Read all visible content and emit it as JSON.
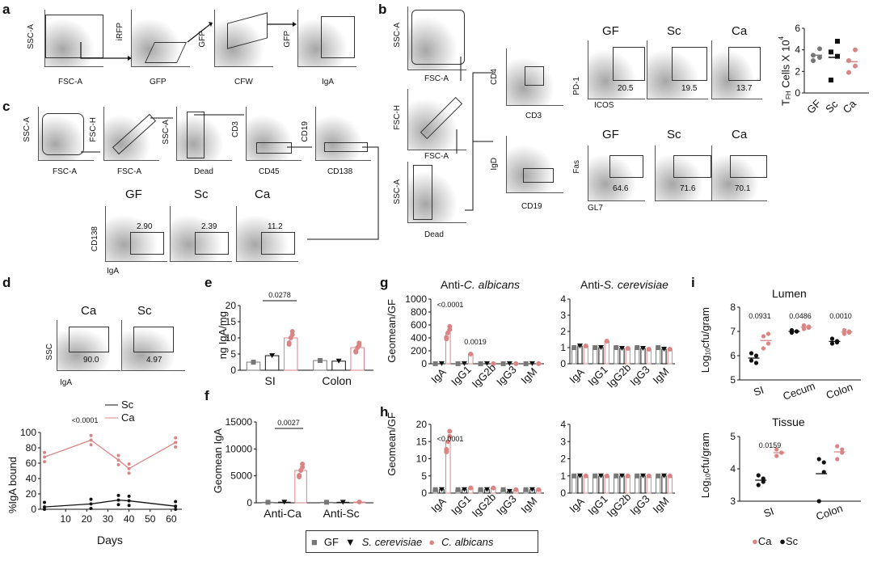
{
  "labels": {
    "a": "a",
    "b": "b",
    "c": "c",
    "d": "d",
    "e": "e",
    "f": "f",
    "g": "g",
    "h": "h",
    "i": "i"
  },
  "groups": {
    "gf": "GF",
    "sc": "Sc",
    "ca": "Ca"
  },
  "panel_a": {
    "axes": [
      [
        "SSC-A",
        "FSC-A"
      ],
      [
        "iRFP",
        "GFP"
      ],
      [
        "GFP",
        "CFW"
      ],
      [
        "GFP",
        "IgA"
      ]
    ]
  },
  "panel_b": {
    "left_axes": [
      [
        "SSC-A",
        "FSC-A"
      ],
      [
        "FSC-H",
        "FSC-A"
      ],
      [
        "SSC-A",
        "Dead"
      ]
    ],
    "tfh_axes": [
      "CD4",
      "CD3"
    ],
    "tfh_plot_axes": [
      "PD-1",
      "ICOS"
    ],
    "gc_axes": [
      "IgD",
      "CD19"
    ],
    "gc_plot_axes": [
      "Fas",
      "GL7"
    ],
    "tfh_values": [
      "20.5",
      "19.5",
      "13.7"
    ],
    "gc_values": [
      "64.6",
      "71.6",
      "70.1"
    ],
    "ylabel_main": "Cells X 10",
    "ylabel_sup": "4",
    "ylabel_prefix": "T",
    "ylabel_sub": "FH"
  },
  "panel_c": {
    "axes": [
      [
        "SSC-A",
        "FSC-A"
      ],
      [
        "FSC-H",
        "FSC-A"
      ],
      [
        "SSC-A",
        "Dead"
      ],
      [
        "CD3",
        "CD45"
      ],
      [
        "CD19",
        "CD138"
      ]
    ],
    "bottom_axes": [
      "CD138",
      "IgA"
    ],
    "values": [
      "2.90",
      "2.39",
      "11.2"
    ]
  },
  "panel_d": {
    "flow_axes": [
      "SSC",
      "IgA"
    ],
    "flow_values": [
      "90.0",
      "4.97"
    ],
    "pvalue": "<0.0001",
    "xlabel": "Days",
    "ylabel": "%IgA bound"
  },
  "panel_e": {
    "pvalue": "0.0278"
  },
  "panel_f": {
    "pvalue": "0.0027"
  },
  "panel_g": {
    "title1_pre": "Anti-",
    "title1_it": "C. albicans",
    "title2_pre": "Anti-",
    "title2_it": "S. cerevisiae",
    "ylabel": "Geomean/GF",
    "p1": "<0.0001",
    "p2": "0.0019"
  },
  "panel_h": {
    "ylabel": "Geomean/GF",
    "p1": "<0.0001"
  },
  "panel_i": {
    "title_top": "Lumen",
    "title_bottom": "Tissue",
    "ylabel": "Log",
    "ylabel_sub": "10",
    "ylabel_post": "cfu/gram",
    "p_top": [
      "0.0931",
      "0.0486",
      "0.0010"
    ],
    "p_bottom": "0.0159",
    "legend": [
      "Ca",
      "Sc"
    ]
  },
  "legend": {
    "gf": "GF",
    "sc": "S. cerevisiae",
    "ca": "C. albicans"
  },
  "colors": {
    "gf": "#777777",
    "sc": "#111111",
    "ca": "#d98585"
  },
  "chart_data": [
    {
      "id": "b-tfh",
      "type": "scatter",
      "categories": [
        "GF",
        "Sc",
        "Ca"
      ],
      "ylabel": "TFH Cells X 10^4",
      "ylim": [
        0,
        6
      ],
      "yticks": [
        0,
        2,
        4,
        6
      ],
      "series": [
        {
          "name": "GF",
          "values": [
            3.0,
            3.3,
            3.5,
            4.1
          ]
        },
        {
          "name": "Sc",
          "values": [
            1.2,
            3.4,
            3.8,
            4.8
          ]
        },
        {
          "name": "Ca",
          "values": [
            1.9,
            2.5,
            3.0,
            4.0
          ]
        }
      ],
      "means": [
        3.5,
        3.3,
        2.9
      ]
    },
    {
      "id": "d-line",
      "type": "line",
      "xlabel": "Days",
      "ylabel": "%IgA bound",
      "ylim": [
        0,
        100
      ],
      "yticks": [
        0,
        20,
        40,
        60,
        80,
        100
      ],
      "xticks": [
        10,
        20,
        30,
        40,
        50,
        60
      ],
      "series": [
        {
          "name": "Sc",
          "x": [
            0,
            22,
            35,
            40,
            62
          ],
          "values": [
            3,
            7,
            12,
            11,
            4
          ]
        },
        {
          "name": "Ca",
          "x": [
            0,
            22,
            35,
            40,
            62
          ],
          "values": [
            68,
            90,
            64,
            53,
            87
          ]
        }
      ],
      "pvalue": "<0.0001"
    },
    {
      "id": "e",
      "type": "bar",
      "ylabel": "ng IgA/mg",
      "ylim": [
        0,
        20
      ],
      "yticks": [
        0,
        5,
        10,
        15,
        20
      ],
      "categories": [
        "SI",
        "Colon"
      ],
      "series": [
        {
          "name": "GF",
          "values": [
            2.5,
            3.0
          ]
        },
        {
          "name": "Sc",
          "values": [
            4.5,
            2.8
          ]
        },
        {
          "name": "Ca",
          "values": [
            10.0,
            7.0
          ]
        }
      ]
    },
    {
      "id": "f",
      "type": "bar",
      "ylabel": "Geomean IgA",
      "ylim": [
        0,
        15000
      ],
      "yticks": [
        0,
        5000,
        10000,
        15000
      ],
      "categories": [
        "Anti-Ca",
        "Anti-Sc"
      ],
      "series": [
        {
          "name": "GF",
          "values": [
            100,
            100
          ]
        },
        {
          "name": "Sc",
          "values": [
            120,
            100
          ]
        },
        {
          "name": "Ca",
          "values": [
            6000,
            150
          ]
        }
      ]
    },
    {
      "id": "g1",
      "type": "bar",
      "title": "Anti-C. albicans",
      "ylabel": "Geomean/GF",
      "ylim": [
        0,
        1000
      ],
      "yticks": [
        0,
        200,
        400,
        600,
        800,
        1000
      ],
      "categories": [
        "IgA",
        "IgG1",
        "IgG2b",
        "IgG3",
        "IgM"
      ],
      "series": [
        {
          "name": "GF",
          "values": [
            1,
            1,
            1,
            1,
            1
          ]
        },
        {
          "name": "Sc",
          "values": [
            1,
            1,
            1,
            1,
            1
          ]
        },
        {
          "name": "Ca",
          "values": [
            480,
            150,
            2,
            1,
            2
          ]
        }
      ]
    },
    {
      "id": "g2",
      "type": "bar",
      "title": "Anti-S. cerevisiae",
      "ylim": [
        0,
        4
      ],
      "yticks": [
        0,
        1,
        2,
        3,
        4
      ],
      "categories": [
        "IgA",
        "IgG1",
        "IgG2b",
        "IgG3",
        "IgM"
      ],
      "series": [
        {
          "name": "GF",
          "values": [
            1,
            1,
            1,
            1,
            1
          ]
        },
        {
          "name": "Sc",
          "values": [
            1.1,
            1.0,
            0.95,
            0.95,
            0.9
          ]
        },
        {
          "name": "Ca",
          "values": [
            1.1,
            1.4,
            0.95,
            0.9,
            0.9
          ]
        }
      ]
    },
    {
      "id": "h1",
      "type": "bar",
      "ylabel": "Geomean/GF",
      "ylim": [
        0,
        20
      ],
      "yticks": [
        0,
        5,
        10,
        15,
        20
      ],
      "categories": [
        "IgA",
        "IgG1",
        "IgG2b",
        "IgG3",
        "IgM"
      ],
      "series": [
        {
          "name": "GF",
          "values": [
            1,
            1,
            1,
            1,
            1
          ]
        },
        {
          "name": "Sc",
          "values": [
            1,
            1,
            1,
            0.5,
            1
          ]
        },
        {
          "name": "Ca",
          "values": [
            15,
            1.5,
            1.5,
            1,
            1
          ]
        }
      ]
    },
    {
      "id": "h2",
      "type": "bar",
      "ylim": [
        0,
        4
      ],
      "yticks": [
        0,
        1,
        2,
        3,
        4
      ],
      "categories": [
        "IgA",
        "IgG1",
        "IgG2b",
        "IgG3",
        "IgM"
      ],
      "series": [
        {
          "name": "GF",
          "values": [
            1,
            1,
            1,
            1,
            1
          ]
        },
        {
          "name": "Sc",
          "values": [
            1,
            1,
            1,
            1,
            1
          ]
        },
        {
          "name": "Ca",
          "values": [
            1,
            1,
            1,
            1,
            1
          ]
        }
      ]
    },
    {
      "id": "i-lumen",
      "type": "scatter",
      "title": "Lumen",
      "ylabel": "Log10cfu/gram",
      "ylim": [
        5,
        8
      ],
      "yticks": [
        5,
        6,
        7,
        8
      ],
      "categories": [
        "SI",
        "Cecum",
        "Colon"
      ],
      "series": [
        {
          "name": "Sc",
          "values": [
            [
              5.8,
              6.0,
              6.1,
              5.7
            ],
            [
              6.95,
              7.0,
              7.05,
              7.0
            ],
            [
              6.5,
              6.6,
              6.7,
              6.55
            ]
          ]
        },
        {
          "name": "Ca",
          "values": [
            [
              6.3,
              6.5,
              6.8,
              6.9
            ],
            [
              7.1,
              7.2,
              7.25,
              7.15
            ],
            [
              6.9,
              7.0,
              7.05,
              6.95
            ]
          ]
        }
      ]
    },
    {
      "id": "i-tissue",
      "type": "scatter",
      "title": "Tissue",
      "ylabel": "Log10cfu/gram",
      "ylim": [
        3,
        5
      ],
      "yticks": [
        3,
        4,
        5
      ],
      "categories": [
        "SI",
        "Colon"
      ],
      "series": [
        {
          "name": "Sc",
          "values": [
            [
              3.5,
              3.7,
              3.8,
              3.6
            ],
            [
              3.0,
              4.2,
              4.3,
              3.9
            ]
          ]
        },
        {
          "name": "Ca",
          "values": [
            [
              4.4,
              4.5,
              4.6,
              4.5
            ],
            [
              4.3,
              4.6,
              4.7,
              4.5
            ]
          ]
        }
      ]
    }
  ]
}
